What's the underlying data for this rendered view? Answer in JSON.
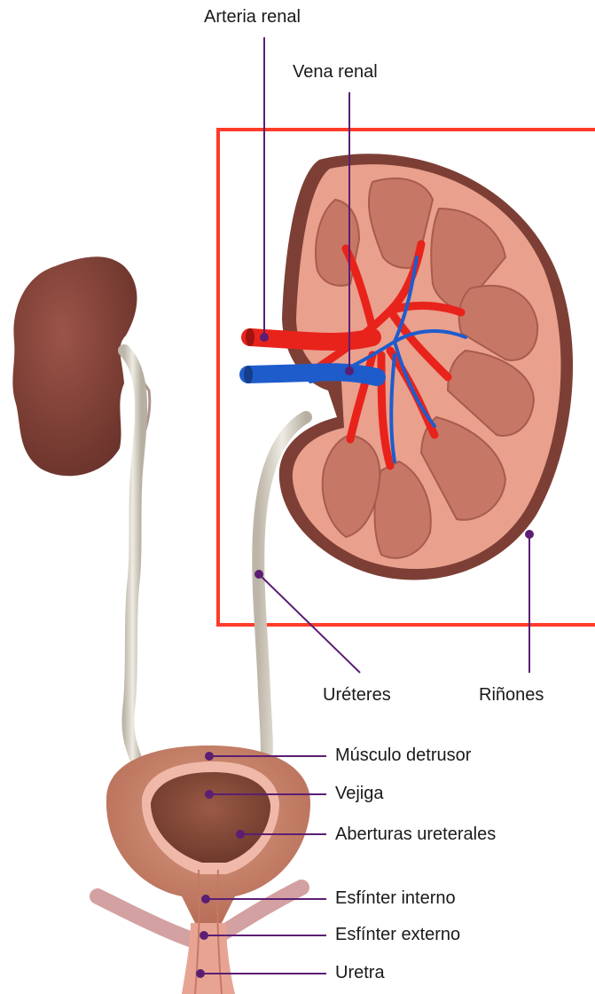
{
  "colors": {
    "leader_line": "#5b1e73",
    "callout_box": "#ff3b2a",
    "artery": "#e8231c",
    "vein": "#1e5ccc",
    "kidney_outer": "#7d3f35",
    "cortex": "#e9a08d",
    "pyramid": "#c77766",
    "ureter": "#d9d4c8",
    "bladder": "#c9826a"
  },
  "icons": [
    "kidney-left-illustration",
    "kidney-cross-section-illustration",
    "bladder-illustration"
  ],
  "labels": {
    "arteria_renal": "Arteria renal",
    "vena_renal": "Vena renal",
    "ureteres": "Uréteres",
    "rinones": "Riñones",
    "musculo_detrusor": "Músculo detrusor",
    "vejiga": "Vejiga",
    "aberturas_ureterales": "Aberturas ureterales",
    "esfinter_interno": "Esfínter interno",
    "esfinter_externo": "Esfínter externo",
    "uretra": "Uretra"
  }
}
